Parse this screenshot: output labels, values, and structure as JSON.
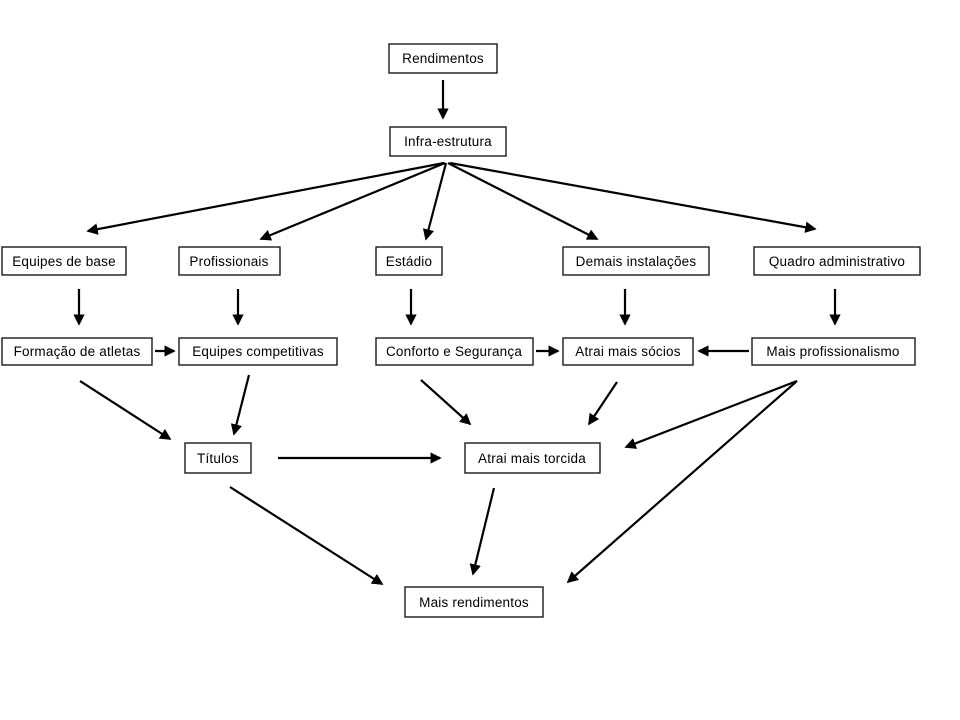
{
  "diagram": {
    "title": "Club investment flowchart",
    "background_color": "#ffffff",
    "line_color": "#000000",
    "box_fill_color": "#ffffff",
    "nodes": {
      "rendimentos": {
        "label": "Rendimentos"
      },
      "infra_estrutura": {
        "label": "Infra-estrutura"
      },
      "equipes_de_base": {
        "label": "Equipes de base"
      },
      "profissionais": {
        "label": "Profissionais"
      },
      "estadio": {
        "label": "Estádio"
      },
      "demais_instalacoes": {
        "label": "Demais instalações"
      },
      "quadro_administrativo": {
        "label": "Quadro administrativo"
      },
      "formacao_de_atletas": {
        "label": "Formação de atletas"
      },
      "equipes_competitivas": {
        "label": "Equipes competitivas"
      },
      "conforto_e_seguranca": {
        "label": "Conforto e Segurança"
      },
      "atrai_mais_socios": {
        "label": "Atrai mais sócios"
      },
      "mais_profissionalismo": {
        "label": "Mais profissionalismo"
      },
      "titulos": {
        "label": "Títulos"
      },
      "atrai_mais_torcida": {
        "label": "Atrai mais torcida"
      },
      "mais_rendimentos": {
        "label": "Mais rendimentos"
      }
    }
  }
}
